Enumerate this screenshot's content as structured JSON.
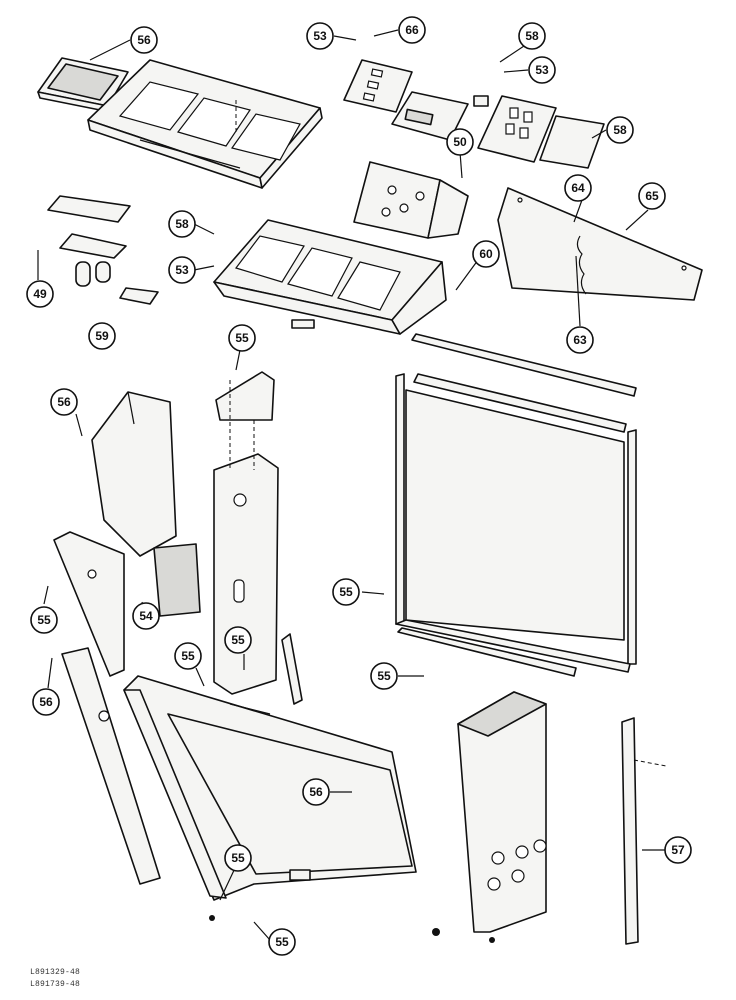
{
  "callouts": [
    "56",
    "53",
    "66",
    "58",
    "53",
    "58",
    "50",
    "64",
    "65",
    "58",
    "53",
    "49",
    "59",
    "60",
    "63",
    "55",
    "56",
    "55",
    "54",
    "55",
    "56",
    "55",
    "55",
    "55",
    "56",
    "57",
    "55",
    "55"
  ],
  "reference_codes": [
    "L891329-48",
    "L891739-48"
  ]
}
